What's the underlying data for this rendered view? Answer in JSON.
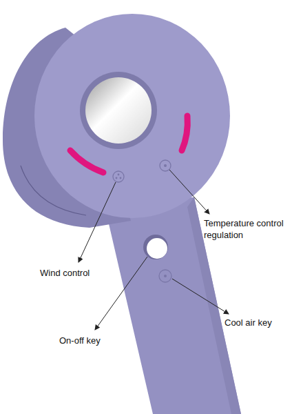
{
  "diagram": {
    "labels": [
      "Temperature control regulation",
      "Wind control",
      "On-off key",
      "Cool air key"
    ]
  }
}
